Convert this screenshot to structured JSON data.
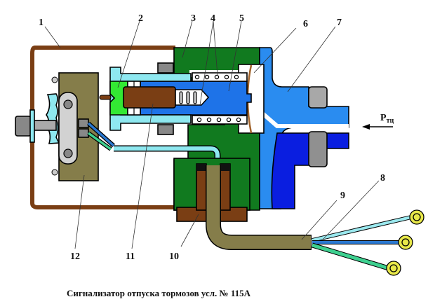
{
  "title": "Сигнализатор отпуска тормозов усл. № 115А",
  "pressure_label": {
    "main": "P",
    "sub": "тц"
  },
  "part_labels": [
    {
      "id": "1",
      "text": "1"
    },
    {
      "id": "2",
      "text": "2"
    },
    {
      "id": "3",
      "text": "3"
    },
    {
      "id": "4",
      "text": "4"
    },
    {
      "id": "5",
      "text": "5"
    },
    {
      "id": "6",
      "text": "6"
    },
    {
      "id": "7",
      "text": "7"
    },
    {
      "id": "8",
      "text": "8"
    },
    {
      "id": "9",
      "text": "9"
    },
    {
      "id": "10",
      "text": "10"
    },
    {
      "id": "11",
      "text": "11"
    },
    {
      "id": "12",
      "text": "12"
    }
  ],
  "colors": {
    "bracket_brown": "#7a3e14",
    "housing_green": "#117a1f",
    "piston_blue": "#1e73e8",
    "cover_blue": "#2a8cf0",
    "dark_blue": "#0a1ee0",
    "light_cyan": "#8ee8f0",
    "bright_green": "#33e833",
    "insulator_olive": "#857d4a",
    "gray": "#9a9a9a",
    "terminal_yellow": "#e8e84a",
    "wire_cyan": "#9ae8ee",
    "wire_blue": "#2a78d0",
    "wire_green": "#3ed090"
  }
}
